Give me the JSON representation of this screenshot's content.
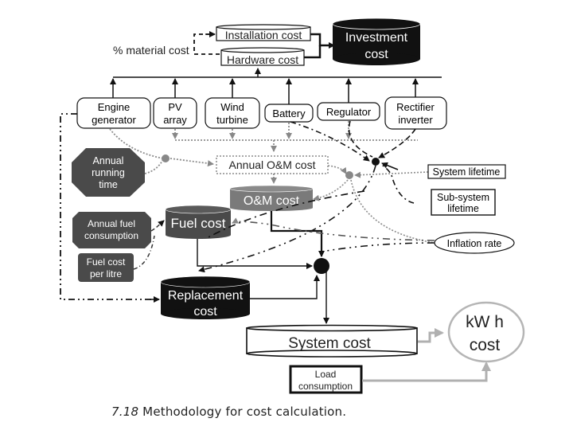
{
  "top": {
    "material_label": "% material cost",
    "installation_cost": "Installation cost",
    "hardware_cost": "Hardware cost",
    "investment_cost": [
      "Investment",
      "cost"
    ]
  },
  "components": [
    {
      "id": "engine",
      "lines": [
        "Engine",
        "generator"
      ]
    },
    {
      "id": "pv",
      "lines": [
        "PV",
        "array"
      ]
    },
    {
      "id": "wind",
      "lines": [
        "Wind",
        "turbine"
      ]
    },
    {
      "id": "battery",
      "lines": [
        "Battery"
      ]
    },
    {
      "id": "regulator",
      "lines": [
        "Regulator"
      ]
    },
    {
      "id": "rectifier",
      "lines": [
        "Rectifier",
        "inverter"
      ]
    }
  ],
  "inputs": {
    "annual_running_time": [
      "Annual",
      "running",
      "time"
    ],
    "annual_fuel_consumption": [
      "Annual fuel",
      "consumption"
    ],
    "fuel_cost_per_litre": [
      "Fuel cost",
      "per litre"
    ],
    "system_lifetime": "System lifetime",
    "subsystem_lifetime": [
      "Sub-system",
      "lifetime"
    ],
    "inflation_rate": "Inflation rate",
    "load_consumption": [
      "Load",
      "consumption"
    ]
  },
  "costs": {
    "annual_om": "Annual O&M cost",
    "om": "O&M cost",
    "fuel": "Fuel cost",
    "replacement": [
      "Replacement",
      "cost"
    ],
    "system": "System cost",
    "kwh": [
      "kW h",
      "cost"
    ]
  },
  "caption": {
    "number": "7.18",
    "text": "Methodology for cost calculation."
  },
  "colors": {
    "black": "#111111",
    "dark_gray": "#4a4a4a",
    "mid_gray": "#7a7a7a",
    "light_gray": "#b0b0b0",
    "dotted_gray": "#8c8c8c"
  }
}
